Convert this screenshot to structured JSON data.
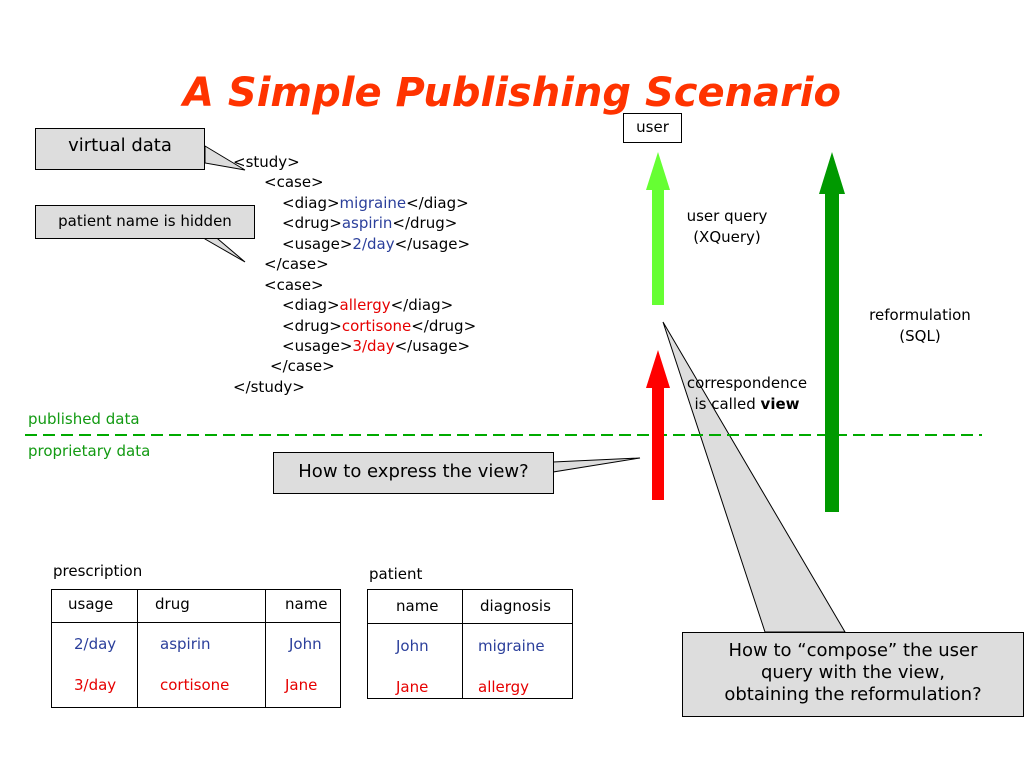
{
  "title": "A Simple Publishing Scenario",
  "callouts": {
    "virtual_data": "virtual data",
    "patient_hidden": "patient name is hidden",
    "express_view": "How to express the view?",
    "compose": [
      "How to “compose” the user",
      "query with the view,",
      "obtaining the reformulation?"
    ]
  },
  "xml": {
    "study_open": "<study>",
    "case_open": "<case>",
    "diag_open": "<diag>",
    "diag_close": "</diag>",
    "drug_open": "<drug>",
    "drug_close": "</drug>",
    "usage_open": "<usage>",
    "usage_close": "</usage>",
    "case_close": "</case>",
    "study_close": "</study>",
    "case1": {
      "diag": "migraine",
      "drug": "aspirin",
      "usage": "2/day"
    },
    "case2": {
      "diag": "allergy",
      "drug": "cortisone",
      "usage": "3/day"
    }
  },
  "labels": {
    "user": "user",
    "user_query": "user query",
    "xquery": "(XQuery)",
    "reformulation": "reformulation",
    "sql": "(SQL)",
    "correspondence": "correspondence",
    "is_called": "is called",
    "view": "view",
    "published_data": "published data",
    "proprietary_data": "proprietary data"
  },
  "prescription": {
    "caption": "prescription",
    "headers": [
      "usage",
      "drug",
      "name"
    ],
    "rows": [
      [
        "2/day",
        "aspirin",
        "John"
      ],
      [
        "3/day",
        "cortisone",
        "Jane"
      ]
    ]
  },
  "patient": {
    "caption": "patient",
    "headers": [
      "name",
      "diagnosis"
    ],
    "rows": [
      [
        "John",
        "migraine"
      ],
      [
        "Jane",
        "allergy"
      ]
    ]
  },
  "colors": {
    "title": "#ff3300",
    "blue_value": "#2b3f9b",
    "red_value": "#e60000",
    "light_green_arrow": "#66ff33",
    "dark_green_arrow": "#009900",
    "red_arrow": "#ff0000",
    "divider": "#00aa00",
    "callout_fill": "#dddddd"
  }
}
